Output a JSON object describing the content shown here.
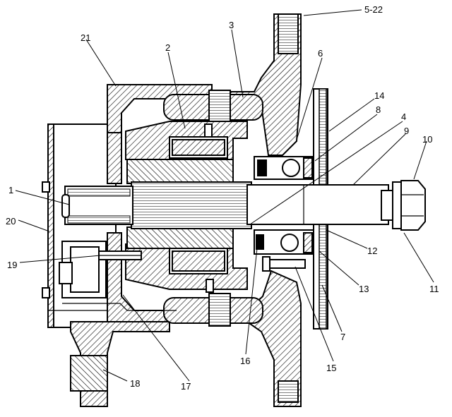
{
  "figure": {
    "callouts": [
      {
        "id": "c1",
        "label": "1"
      },
      {
        "id": "c2",
        "label": "2"
      },
      {
        "id": "c3",
        "label": "3"
      },
      {
        "id": "c4",
        "label": "4"
      },
      {
        "id": "c5",
        "label": "5-22"
      },
      {
        "id": "c6",
        "label": "6"
      },
      {
        "id": "c7",
        "label": "7"
      },
      {
        "id": "c8",
        "label": "8"
      },
      {
        "id": "c9",
        "label": "9"
      },
      {
        "id": "c10",
        "label": "10"
      },
      {
        "id": "c11",
        "label": "11"
      },
      {
        "id": "c12",
        "label": "12"
      },
      {
        "id": "c13",
        "label": "13"
      },
      {
        "id": "c14",
        "label": "14"
      },
      {
        "id": "c15",
        "label": "15"
      },
      {
        "id": "c16",
        "label": "16"
      },
      {
        "id": "c17",
        "label": "17"
      },
      {
        "id": "c18",
        "label": "18"
      },
      {
        "id": "c19",
        "label": "19"
      },
      {
        "id": "c20",
        "label": "20"
      },
      {
        "id": "c21",
        "label": "21"
      }
    ]
  }
}
